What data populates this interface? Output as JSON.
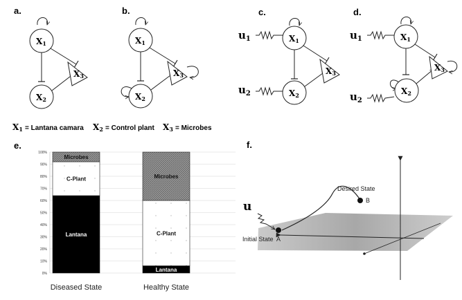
{
  "panels": {
    "a": "a.",
    "b": "b.",
    "c": "c.",
    "d": "d.",
    "e": "e.",
    "f": "f."
  },
  "nodes": {
    "x_main": "X",
    "x1_sub": "1",
    "x2_sub": "2",
    "x3_sub": "3"
  },
  "inputs": {
    "u_main": "u",
    "u1_sub": "1",
    "u2_sub": "2"
  },
  "legend": {
    "x1_text": "= Lantana camara",
    "x2_text": "= Control plant",
    "x3_text": "= Microbes"
  },
  "chart_data": {
    "type": "bar",
    "stacked": true,
    "categories": [
      "Diseased State",
      "Healthy State"
    ],
    "series": [
      {
        "name": "Lantana",
        "values": [
          64,
          6
        ],
        "color": "#000000"
      },
      {
        "name": "C-Plant",
        "values": [
          28,
          54
        ],
        "color": "#ffffff"
      },
      {
        "name": "Microbes",
        "values": [
          8,
          40
        ],
        "color": "#8a8a8a"
      }
    ],
    "ylim": [
      0,
      100
    ],
    "yticks": [
      "0%",
      "10%",
      "20%",
      "30%",
      "40%",
      "50%",
      "60%",
      "70%",
      "80%",
      "90%",
      "100%"
    ],
    "grid": true
  },
  "state_space": {
    "u_label": "u",
    "initial_label": "Initial State",
    "a_label": "A",
    "desired_label": "Desired State",
    "b_label": "B"
  }
}
